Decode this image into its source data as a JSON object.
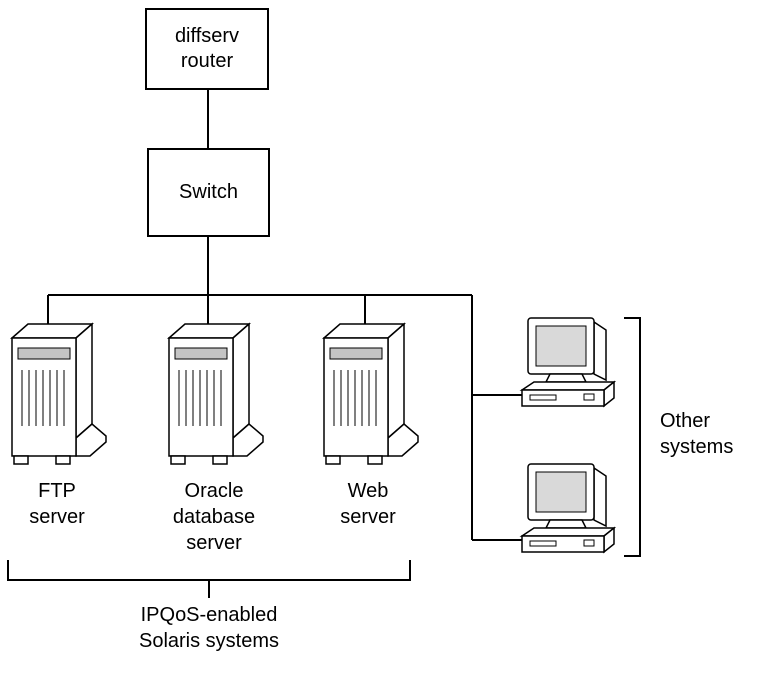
{
  "nodes": {
    "router": "diffserv router",
    "switch": "Switch"
  },
  "servers": [
    {
      "label": "FTP server"
    },
    {
      "label": "Oracle database server"
    },
    {
      "label": "Web server"
    }
  ],
  "groups": {
    "other_systems": "Other systems",
    "ipqos": "IPQoS-enabled Solaris systems"
  },
  "icons": [
    {
      "name": "server-tower-icon",
      "count": 3
    },
    {
      "name": "workstation-icon",
      "count": 2
    }
  ],
  "colors": {
    "line": "#000000",
    "background": "#ffffff",
    "server_slot_gray": "#c4c4c4",
    "monitor_screen_gray": "#d9d9d9"
  }
}
